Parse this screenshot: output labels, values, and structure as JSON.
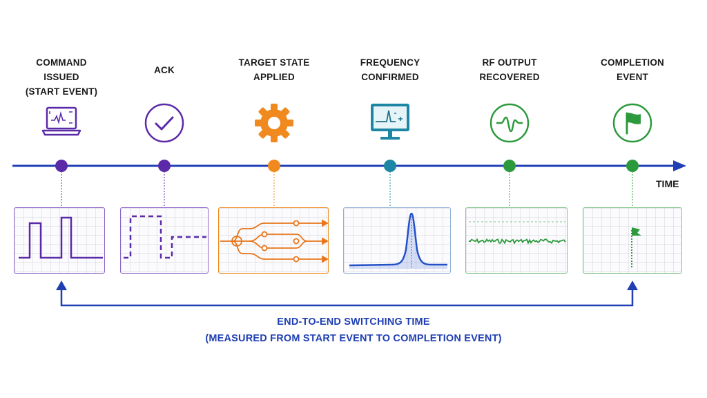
{
  "colors": {
    "axis": "#1f3fb3",
    "purple": "#5b2aa8",
    "orange": "#f08a1e",
    "teal": "#1c86a4",
    "green": "#2c9a3c"
  },
  "events": [
    {
      "label_lines": [
        "COMMAND",
        "ISSUED",
        "(START EVENT)"
      ],
      "icon": "laptop-icon",
      "color": "#5b2aa8"
    },
    {
      "label_lines": [
        "ACK"
      ],
      "icon": "checkmark-circle-icon",
      "color": "#5b2aa8"
    },
    {
      "label_lines": [
        "TARGET STATE",
        "APPLIED"
      ],
      "icon": "gear-icon",
      "color": "#f08a1e"
    },
    {
      "label_lines": [
        "FREQUENCY",
        "CONFIRMED"
      ],
      "icon": "monitor-waveform-icon",
      "color": "#1c86a4"
    },
    {
      "label_lines": [
        "RF OUTPUT",
        "RECOVERED"
      ],
      "icon": "waveform-circle-icon",
      "color": "#2c9a3c"
    },
    {
      "label_lines": [
        "COMPLETION",
        "EVENT"
      ],
      "icon": "flag-circle-icon",
      "color": "#2c9a3c"
    }
  ],
  "axis_label": "TIME",
  "caption": {
    "line1": "END-TO-END SWITCHING TIME",
    "line2": "(MEASURED FROM START EVENT TO COMPLETION EVENT)"
  }
}
